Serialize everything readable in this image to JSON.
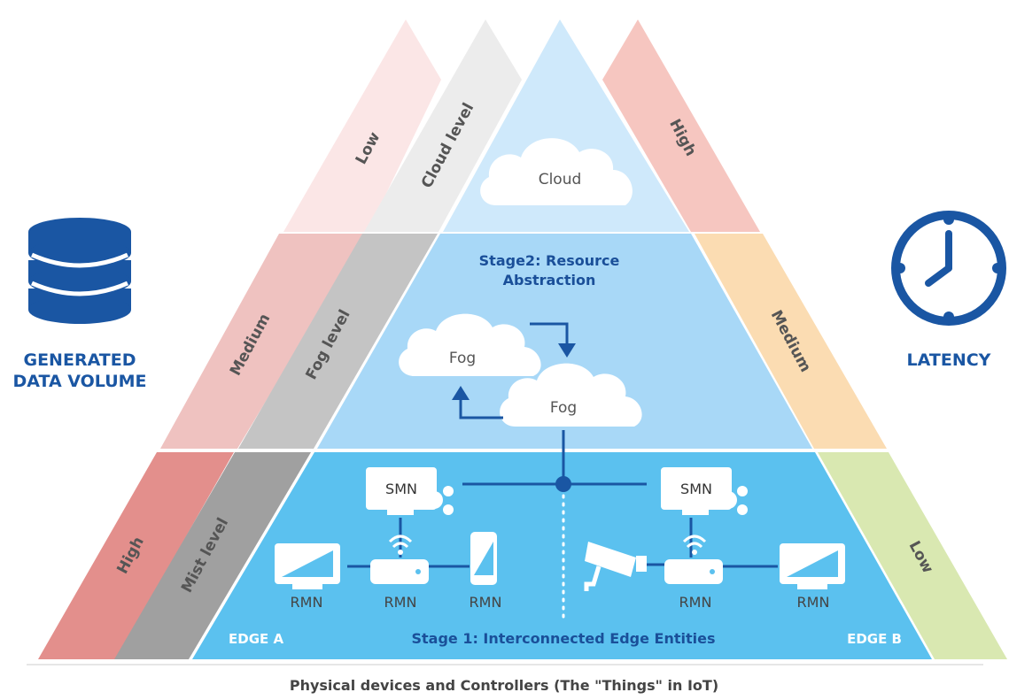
{
  "left_side": {
    "title_line1": "GENERATED",
    "title_line2": "DATA VOLUME",
    "levels": {
      "top": "Low",
      "middle": "Medium",
      "bottom": "High"
    },
    "icon": "database-icon"
  },
  "tiers": {
    "cloud": "Cloud level",
    "fog": "Fog level",
    "mist": "Mist level"
  },
  "right_side": {
    "title": "LATENCY",
    "levels": {
      "top": "High",
      "middle": "Medium",
      "bottom": "Low"
    },
    "icon": "clock-icon"
  },
  "cloud_tier": {
    "cloud_label": "Cloud"
  },
  "fog_tier": {
    "title_line1": "Stage2: Resource",
    "title_line2": "Abstraction",
    "fog1": "Fog",
    "fog2": "Fog"
  },
  "edge_tier": {
    "title": "Stage 1: Interconnected Edge Entities",
    "edge_a": "EDGE A",
    "edge_b": "EDGE B",
    "smn_left": "SMN",
    "smn_right": "SMN",
    "rmn_labels": [
      "RMN",
      "RMN",
      "RMN",
      "RMN",
      "RMN"
    ]
  },
  "footer": "Physical devices and Controllers (The \"Things\" in IoT)",
  "colors": {
    "cloud_tier": "#cfe9fb",
    "fog_tier": "#a8d8f7",
    "edge_tier": "#5bc1ef",
    "accent_blue": "#1a56a3",
    "lv_low": "#fbe6e6",
    "lv_medium": "#efc2c0",
    "lv_high": "#e38f8c",
    "tier_cloud": "#ececec",
    "tier_fog": "#c4c4c4",
    "tier_mist": "#a0a0a0",
    "lat_high": "#f6c6c0",
    "lat_medium": "#fbdcb2",
    "lat_low": "#d9e8b1"
  }
}
